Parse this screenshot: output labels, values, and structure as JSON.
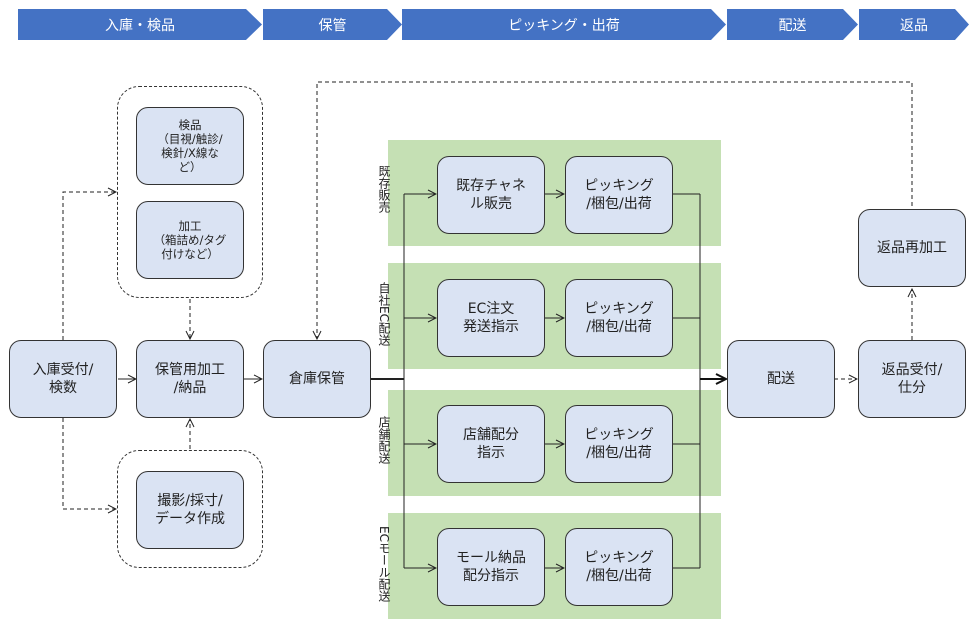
{
  "phases": [
    {
      "label": "入庫・検品"
    },
    {
      "label": "保管"
    },
    {
      "label": "ピッキング・出荷"
    },
    {
      "label": "配送"
    },
    {
      "label": "返品"
    }
  ],
  "colors": {
    "phase_bar": "#4472c4",
    "lane": "#c5e0b4",
    "node_fill": "#dae3f3",
    "node_border": "#333333"
  },
  "lanes": [
    {
      "label": "既存販売"
    },
    {
      "label": "自社EC配送"
    },
    {
      "label": "店舗配送"
    },
    {
      "label": "ECモール配送"
    }
  ],
  "nodes": {
    "receiving": "入庫受付/\n検数",
    "inspection": "検品\n（目視/触診/\n検針/X線な\nど）",
    "processing": "加工\n（箱詰め/タグ\n付けなど）",
    "photo": "撮影/採寸/\nデータ作成",
    "storage_processing": "保管用加工\n/納品",
    "warehouse": "倉庫保管",
    "existing_channel": "既存チャネ\nル販売",
    "ec_order": "EC注文\n発送指示",
    "store_allocation": "店舗配分\n指示",
    "mall_allocation": "モール納品\n配分指示",
    "picking_1": "ピッキング\n/梱包/出荷",
    "picking_2": "ピッキング\n/梱包/出荷",
    "picking_3": "ピッキング\n/梱包/出荷",
    "picking_4": "ピッキング\n/梱包/出荷",
    "delivery": "配送",
    "return_receiving": "返品受付/\n仕分",
    "return_reprocessing": "返品再加工"
  }
}
